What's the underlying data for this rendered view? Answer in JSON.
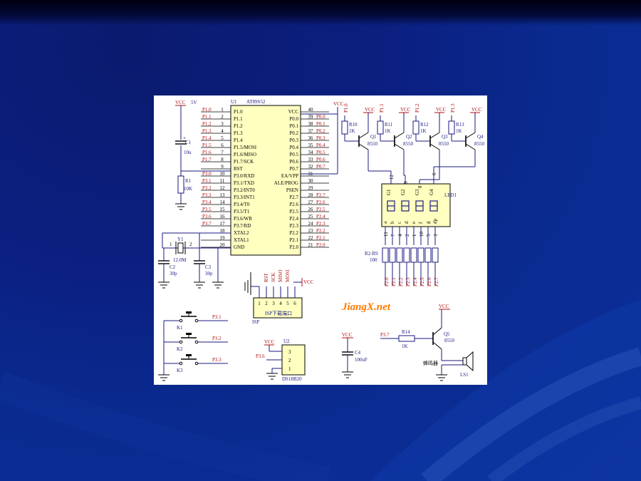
{
  "schematic": {
    "watermark": "JiangX.net",
    "mcu": {
      "ref": "U1",
      "part": "AT89S52",
      "left_pins": [
        {
          "num": "1",
          "name": "P1.0",
          "net": "P1.0"
        },
        {
          "num": "2",
          "name": "P1.1",
          "net": "P1.1"
        },
        {
          "num": "3",
          "name": "P1.2",
          "net": "P1.2"
        },
        {
          "num": "4",
          "name": "P1.3",
          "net": "P1.3"
        },
        {
          "num": "5",
          "name": "P1.4",
          "net": "P1.4"
        },
        {
          "num": "6",
          "name": "P1.5/MOSI",
          "net": "P1.5"
        },
        {
          "num": "7",
          "name": "P1.6/MISO",
          "net": "P1.6"
        },
        {
          "num": "8",
          "name": "P1.7/SCK",
          "net": "P1.7"
        },
        {
          "num": "9",
          "name": "RST",
          "net": ""
        },
        {
          "num": "10",
          "name": "P3.0/RXD",
          "net": "P3.0"
        },
        {
          "num": "11",
          "name": "P3.1/TXD",
          "net": "P3.1"
        },
        {
          "num": "12",
          "name": "P3.2/INT0",
          "net": "P3.2"
        },
        {
          "num": "13",
          "name": "P3.3/INT1",
          "net": "P3.3"
        },
        {
          "num": "14",
          "name": "P3.4/T0",
          "net": "P3.4"
        },
        {
          "num": "15",
          "name": "P3.5/T1",
          "net": "P3.5"
        },
        {
          "num": "16",
          "name": "P3.6/WR",
          "net": "P3.6"
        },
        {
          "num": "17",
          "name": "P3.7/RD",
          "net": "P3.7"
        },
        {
          "num": "18",
          "name": "XTAL2",
          "net": ""
        },
        {
          "num": "19",
          "name": "XTAL1",
          "net": ""
        },
        {
          "num": "20",
          "name": "GND",
          "net": ""
        }
      ],
      "right_pins": [
        {
          "num": "40",
          "name": "VCC",
          "net": ""
        },
        {
          "num": "39",
          "name": "P0.0",
          "net": "P0.0"
        },
        {
          "num": "38",
          "name": "P0.1",
          "net": "P0.1"
        },
        {
          "num": "37",
          "name": "P0.2",
          "net": "P0.2"
        },
        {
          "num": "36",
          "name": "P0.3",
          "net": "P0.3"
        },
        {
          "num": "35",
          "name": "P0.4",
          "net": "P0.4"
        },
        {
          "num": "34",
          "name": "P0.5",
          "net": "P0.5"
        },
        {
          "num": "33",
          "name": "P0.6",
          "net": "P0.6"
        },
        {
          "num": "32",
          "name": "P0.7",
          "net": "P0.7"
        },
        {
          "num": "31",
          "name": "EA/VPP",
          "net": ""
        },
        {
          "num": "30",
          "name": "ALE/PROG",
          "net": ""
        },
        {
          "num": "29",
          "name": "PSEN",
          "net": ""
        },
        {
          "num": "28",
          "name": "P2.7",
          "net": "P2.7"
        },
        {
          "num": "27",
          "name": "P2.6",
          "net": "P2.6"
        },
        {
          "num": "26",
          "name": "P2.5",
          "net": "P2.5"
        },
        {
          "num": "25",
          "name": "P2.4",
          "net": "P2.4"
        },
        {
          "num": "24",
          "name": "P2.3",
          "net": "P2.3"
        },
        {
          "num": "23",
          "name": "P2.2",
          "net": "P2.2"
        },
        {
          "num": "22",
          "name": "P2.1",
          "net": "P2.1"
        },
        {
          "num": "21",
          "name": "P2.0",
          "net": "P2.0"
        }
      ]
    },
    "power": {
      "vcc": "VCC",
      "five_v": "5V"
    },
    "reset": {
      "c1_ref": "C1",
      "c1_val": "10u",
      "r1_ref": "R1",
      "r1_val": "10K"
    },
    "crystal": {
      "y1_ref": "Y1",
      "y1_val": "12.0M",
      "c2_ref": "C2",
      "c2_val": "30p",
      "c3_ref": "C3",
      "c3_val": "30p",
      "pin1": "1",
      "pin2": "2"
    },
    "drivers": [
      {
        "net": "P1.0",
        "r_ref": "R10",
        "r_val": "1K",
        "q_ref": "Q1",
        "q_val": "8550"
      },
      {
        "net": "P1.1",
        "r_ref": "R11",
        "r_val": "1K",
        "q_ref": "Q2",
        "q_val": "8550"
      },
      {
        "net": "P1.2",
        "r_ref": "R12",
        "r_val": "1K",
        "q_ref": "Q3",
        "q_val": "8550"
      },
      {
        "net": "P1.3",
        "r_ref": "R13",
        "r_val": "1K",
        "q_ref": "Q4",
        "q_val": "8550"
      }
    ],
    "display": {
      "ref": "LED1",
      "digits": [
        "G1",
        "G2",
        "G3",
        "G4"
      ],
      "digit_pins": [
        "12",
        "9",
        "8",
        "6"
      ],
      "segments": [
        "a",
        "b",
        "c",
        "d",
        "e",
        "f",
        "g",
        "dp"
      ],
      "segment_pins": [
        "11",
        "7",
        "4",
        "2",
        "1",
        "10",
        "5",
        "3"
      ],
      "resistors_ref": "R2-R9",
      "resistors_val": "100",
      "segment_nets": [
        "P2.0",
        "P2.1",
        "P2.2",
        "P2.3",
        "P2.4",
        "P2.5",
        "P2.6",
        "P2.7"
      ]
    },
    "isp": {
      "label": "ISP下载端口",
      "ref": "ISP",
      "signals": [
        "RST",
        "SCK",
        "MISO",
        "MOSI"
      ],
      "pins": [
        "1",
        "2",
        "3",
        "4",
        "5",
        "6"
      ],
      "vcc": "VCC"
    },
    "buttons": [
      {
        "ref": "K1",
        "net": "P3.1"
      },
      {
        "ref": "K2",
        "net": "P3.2"
      },
      {
        "ref": "K3",
        "net": "P3.3"
      }
    ],
    "sensor": {
      "ref": "U2",
      "part": "DS18B20",
      "net": "P3.6",
      "vcc": "VCC",
      "pins": [
        "3",
        "2",
        "1"
      ]
    },
    "decoupling": {
      "ref": "C4",
      "val": "100uF",
      "vcc": "VCC"
    },
    "buzzer": {
      "net": "P3.7",
      "r_ref": "R14",
      "r_val": "1K",
      "q_ref": "Q5",
      "q_val": "8550",
      "vcc": "VCC",
      "label": "蜂鸣器",
      "ref": "LS1"
    }
  }
}
